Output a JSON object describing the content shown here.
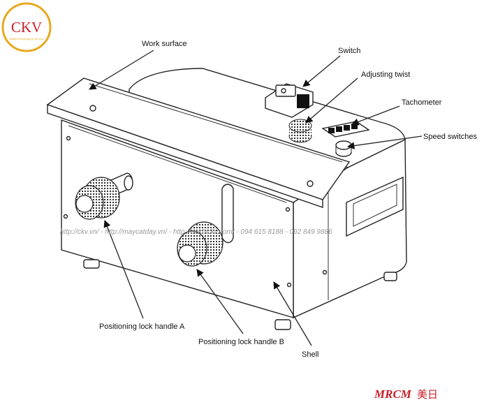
{
  "logo": {
    "text": "CKV",
    "tagline": "creative technology for life more",
    "colors": {
      "gold": "#e9a821",
      "red": "#c8202a"
    }
  },
  "labels": {
    "work_surface": "Work surface",
    "switch": "Switch",
    "adjusting_twist": "Adjusting twist",
    "tachometer": "Tachometer",
    "speed_switches": "Speed switches",
    "handle_a": "Positioning lock handle A",
    "handle_b": "Positioning lock handle B",
    "shell": "Shell"
  },
  "watermark": "http://ckv.vn/ - http://maycatday.vn/ - http://dokhickv.com/ - 094 615 8188 - 092 849 9886",
  "brand": {
    "latin": "MRCM",
    "cjk": "美日",
    "color": "#c8202a"
  }
}
